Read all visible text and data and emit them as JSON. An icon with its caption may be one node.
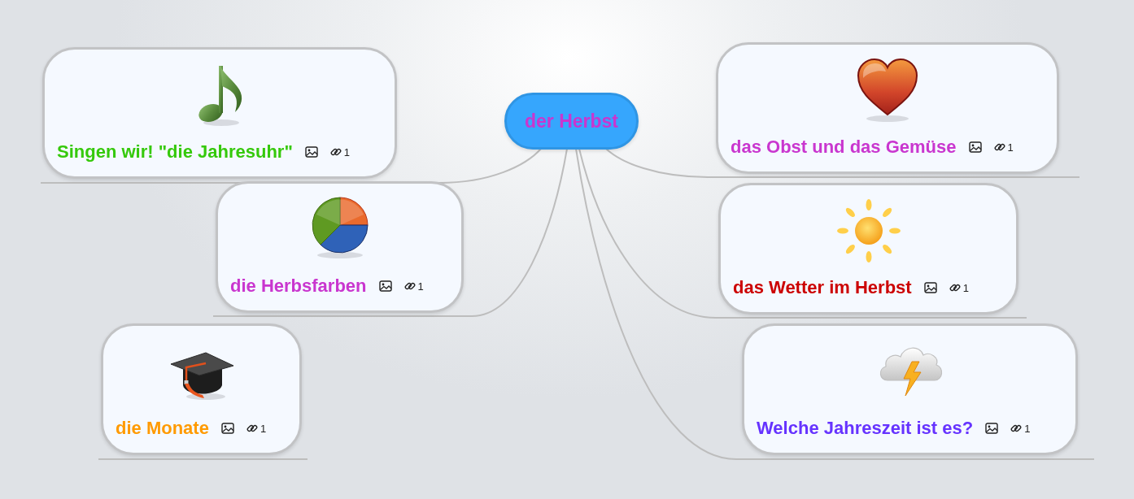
{
  "diagram": {
    "nodes": [
      {
        "text": [
          "der Herbst"
        ]
      },
      {
        "text": [
          "Singen wir! \"die Jahresuhr\"",
          "1"
        ]
      },
      {
        "text": [
          "die Herbsfarben",
          "1"
        ]
      },
      {
        "text": [
          "die Monate",
          "1"
        ]
      },
      {
        "text": [
          "das Obst und das Gemüse",
          "1"
        ]
      },
      {
        "text": [
          "das Wetter im Herbst",
          "1"
        ]
      },
      {
        "text": [
          "Welche Jahreszeit ist es?",
          "1"
        ]
      }
    ],
    "edges": [
      {
        "from": 0,
        "to": 1,
        "arrow": "none"
      },
      {
        "from": 0,
        "to": 2,
        "arrow": "none"
      },
      {
        "from": 0,
        "to": 4,
        "arrow": "none"
      },
      {
        "from": 0,
        "to": 5,
        "arrow": "none"
      },
      {
        "from": 0,
        "to": 6,
        "arrow": "none"
      }
    ]
  }
}
